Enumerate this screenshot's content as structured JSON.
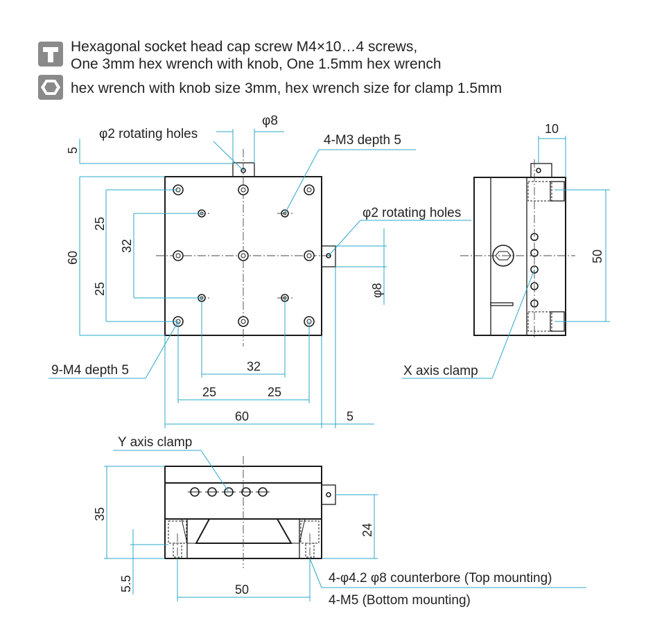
{
  "legend": {
    "screw_line1": "Hexagonal socket head cap screw M4×10…4 screws,",
    "screw_line2": "One 3mm hex wrench with knob, One 1.5mm hex wrench",
    "hex_line": "hex wrench with knob size 3mm, hex wrench size for clamp 1.5mm",
    "icon_bg": "#8a8a8a"
  },
  "top_view": {
    "rotating_holes_top": "φ2 rotating holes",
    "phi8_top": "φ8",
    "m3_label": "4-M3 depth 5",
    "rotating_holes_right": "φ2 rotating holes",
    "phi8_right": "φ8",
    "m4_label": "9-M4 depth 5",
    "dim_5_top": "5",
    "dim_60_left": "60",
    "dim_25_upper": "25",
    "dim_32_vert": "32",
    "dim_25_lower": "25",
    "dim_32_horiz": "32",
    "dim_25_left": "25",
    "dim_25_right": "25",
    "dim_60_bottom": "60",
    "dim_5_right": "5"
  },
  "side_view": {
    "dim_10": "10",
    "dim_50": "50",
    "x_clamp": "X axis clamp"
  },
  "front_view": {
    "y_clamp": "Y axis clamp",
    "dim_35": "35",
    "dim_24": "24",
    "dim_5_5": "5.5",
    "dim_50": "50",
    "counterbore": "4-φ4.2 φ8 counterbore (Top mounting)",
    "bottom_mount": "4-M5 (Bottom mounting)"
  },
  "colors": {
    "dimension": "#29a7c9",
    "outline": "#1a1a1a"
  }
}
